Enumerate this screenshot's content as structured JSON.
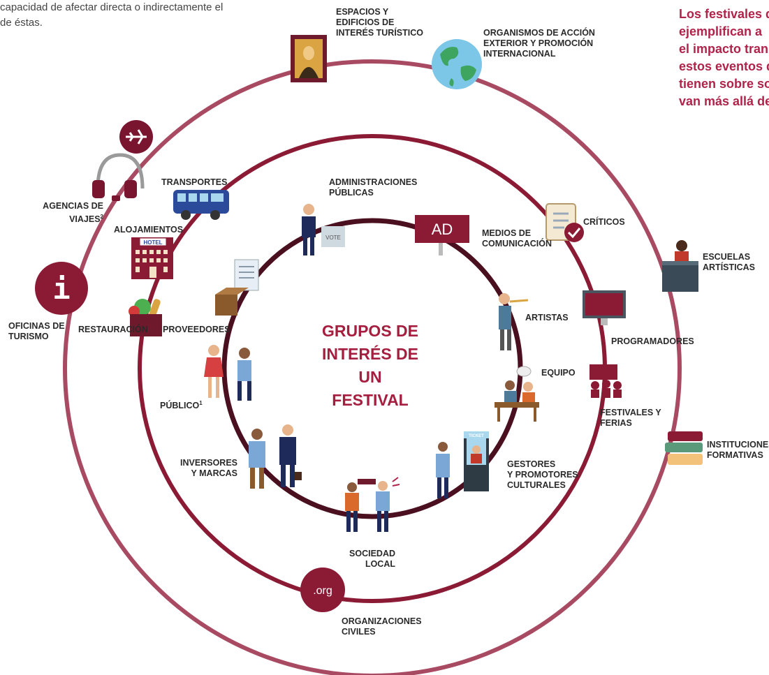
{
  "intro_text": "capacidad de afectar directa o indirectamente el\nde éstas.",
  "quote_text": "Los festivales d\nejemplifican a\nel impacto tran\nestos eventos q\ntienen sobre so\nvan más allá de",
  "center_title": "GRUPOS DE\nINTERÉS DE UN\nFESTIVAL",
  "icons": {
    "ad_text": "AD",
    "hotel_text": "HOTEL",
    "vote_text": "VOTE",
    "ticket_text": "TICKET",
    "org_text": ".org",
    "info_text": "i"
  },
  "colors": {
    "outer_ring": "#a94a63",
    "middle_ring": "#8b1a34",
    "inner_ring": "#4a1020",
    "title": "#a61e3f"
  },
  "labels": {
    "espacios": "ESPACIOS Y\nEDIFICIOS DE\nINTERÉS TURÍSTICO",
    "organismos": "ORGANISMOS DE ACCIÓN\nEXTERIOR Y PROMOCIÓN\nINTERNACIONAL",
    "transportes": "TRANSPORTES",
    "agencias": "AGENCIAS DE\nVIAJES",
    "agencias_sup": "2",
    "alojamientos": "ALOJAMIENTOS",
    "administraciones": "ADMINISTRACIONES\nPÚBLICAS",
    "medios": "MEDIOS DE\nCOMUNICACIÓN",
    "criticos": "CRÍTICOS",
    "escuelas": "ESCUELAS\nARTÍSTICAS",
    "oficinas": "OFICINAS DE\nTURISMO",
    "restauracion": "RESTAURACIÓN",
    "proveedores": "PROVEEDORES",
    "artistas": "ARTISTAS",
    "programadores": "PROGRAMADORES",
    "publico": "PÚBLICO",
    "publico_sup": "1",
    "equipo": "EQUIPO",
    "festivales": "FESTIVALES Y\nFERIAS",
    "instituciones": "INSTITUCIONES\nFORMATIVAS",
    "inversores": "INVERSORES\nY MARCAS",
    "gestores": "GESTORES\nY PROMOTORES\nCULTURALES",
    "sociedad": "SOCIEDAD\nLOCAL",
    "organizaciones": "ORGANIZACIONES\nCIVILES"
  }
}
